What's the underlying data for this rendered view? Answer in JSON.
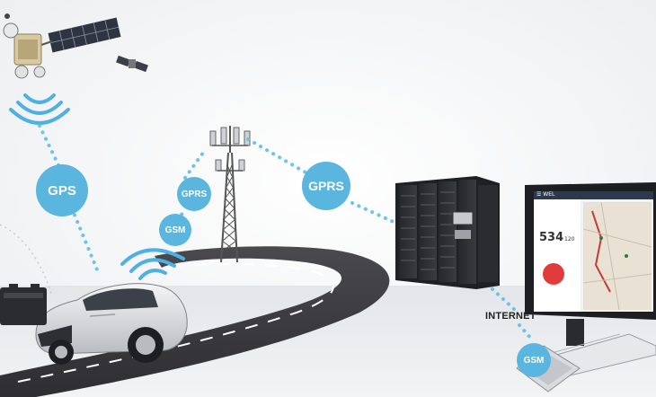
{
  "labels": {
    "gps": "GPS",
    "gprs_tower": "GPRS",
    "gsm_tower": "GSM",
    "gprs_link": "GPRS",
    "internet": "INTERNET",
    "gsm_phone": "GSM"
  },
  "monitor": {
    "brand": "☰ WEL",
    "stat_primary": "534",
    "stat_secondary": "120"
  },
  "colors": {
    "accent_blue": "#5ab5df",
    "dot_blue": "#6cc2e8",
    "road": "#3b3b3e",
    "background": "#f5f6f7"
  }
}
